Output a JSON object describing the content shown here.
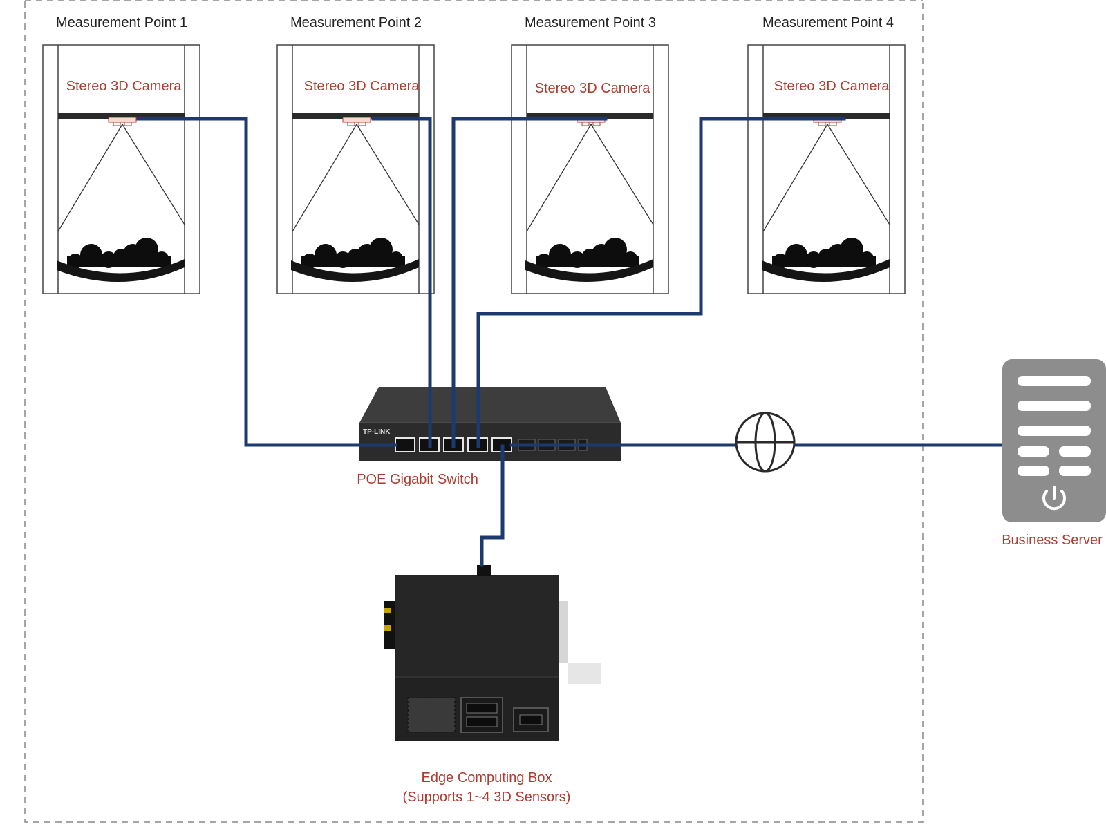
{
  "diagram": {
    "measurement_points": [
      {
        "title": "Measurement Point 1",
        "camera_label": "Stereo 3D Camera"
      },
      {
        "title": "Measurement Point 2",
        "camera_label": "Stereo 3D Camera"
      },
      {
        "title": "Measurement Point 3",
        "camera_label": "Stereo 3D Camera"
      },
      {
        "title": "Measurement Point 4",
        "camera_label": "Stereo 3D Camera"
      }
    ],
    "switch": {
      "label": "POE Gigabit Switch",
      "brand": "TP-LINK"
    },
    "edge_box": {
      "label_line1": "Edge Computing Box",
      "label_line2": "(Supports 1~4 3D Sensors)"
    },
    "server": {
      "label": "Business Server"
    },
    "icons": [
      "camera-icon",
      "network-globe-icon",
      "server-icon",
      "power-icon"
    ],
    "colors": {
      "cable": "#1c3a6e",
      "label_red": "#b03a2e",
      "label_black": "#222222",
      "server_body": "#8d8d8d",
      "device_dark": "#2b2b2b",
      "border_dashed": "#888888"
    }
  }
}
